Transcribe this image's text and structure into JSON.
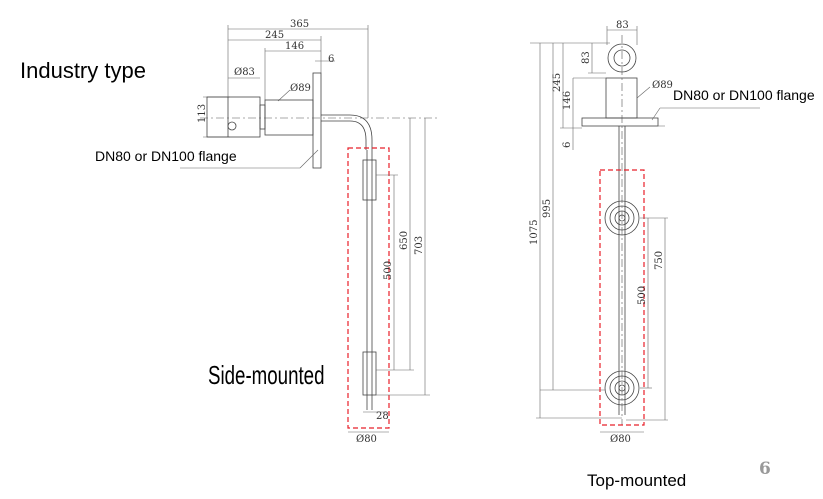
{
  "title": "Industry type",
  "page_number": "6",
  "side": {
    "label": "Side-mounted",
    "flange_note": "DN80 or DN100 flange",
    "dims": {
      "d365": "365",
      "d245": "245",
      "d146": "146",
      "d6": "6",
      "d83": "Ø83",
      "d89": "Ø89",
      "d113": "113",
      "d500": "500",
      "d650": "650",
      "d703": "703",
      "d28": "28",
      "d80": "Ø80"
    }
  },
  "top": {
    "label": "Top-mounted",
    "flange_note": "DN80 or DN100 flange",
    "dims": {
      "d83w": "83",
      "d83h": "83",
      "d89": "Ø89",
      "d245": "245",
      "d146": "146",
      "d6": "6",
      "d1075": "1075",
      "d995": "995",
      "d750": "750",
      "d500": "500",
      "d80": "Ø80"
    }
  },
  "colors": {
    "highlight": "#e8202a"
  }
}
